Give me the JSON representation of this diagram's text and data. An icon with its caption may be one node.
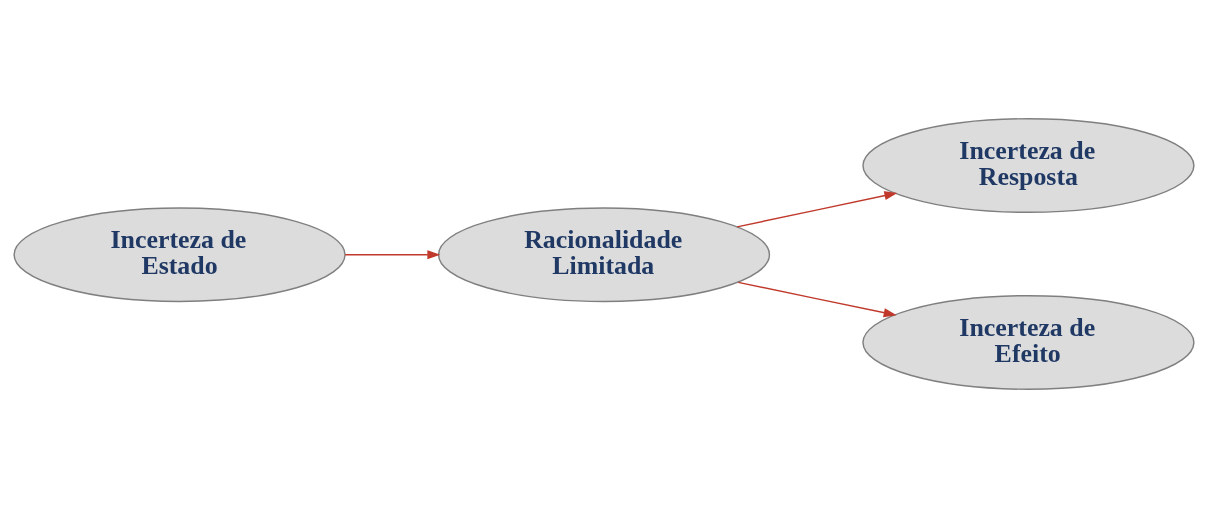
{
  "diagram": {
    "nodes": [
      {
        "text": [
          "Incerteza de Estado"
        ]
      },
      {
        "text": [
          "Racionalidade Limitada"
        ]
      },
      {
        "text": [
          "Incerteza de Resposta"
        ]
      },
      {
        "text": [
          "Incerteza de Efeito"
        ]
      }
    ],
    "edges": [
      {
        "from": 0,
        "to": 1,
        "arrow": "to"
      },
      {
        "from": 1,
        "to": 2,
        "arrow": "to"
      },
      {
        "from": 1,
        "to": 3,
        "arrow": "to"
      }
    ]
  }
}
